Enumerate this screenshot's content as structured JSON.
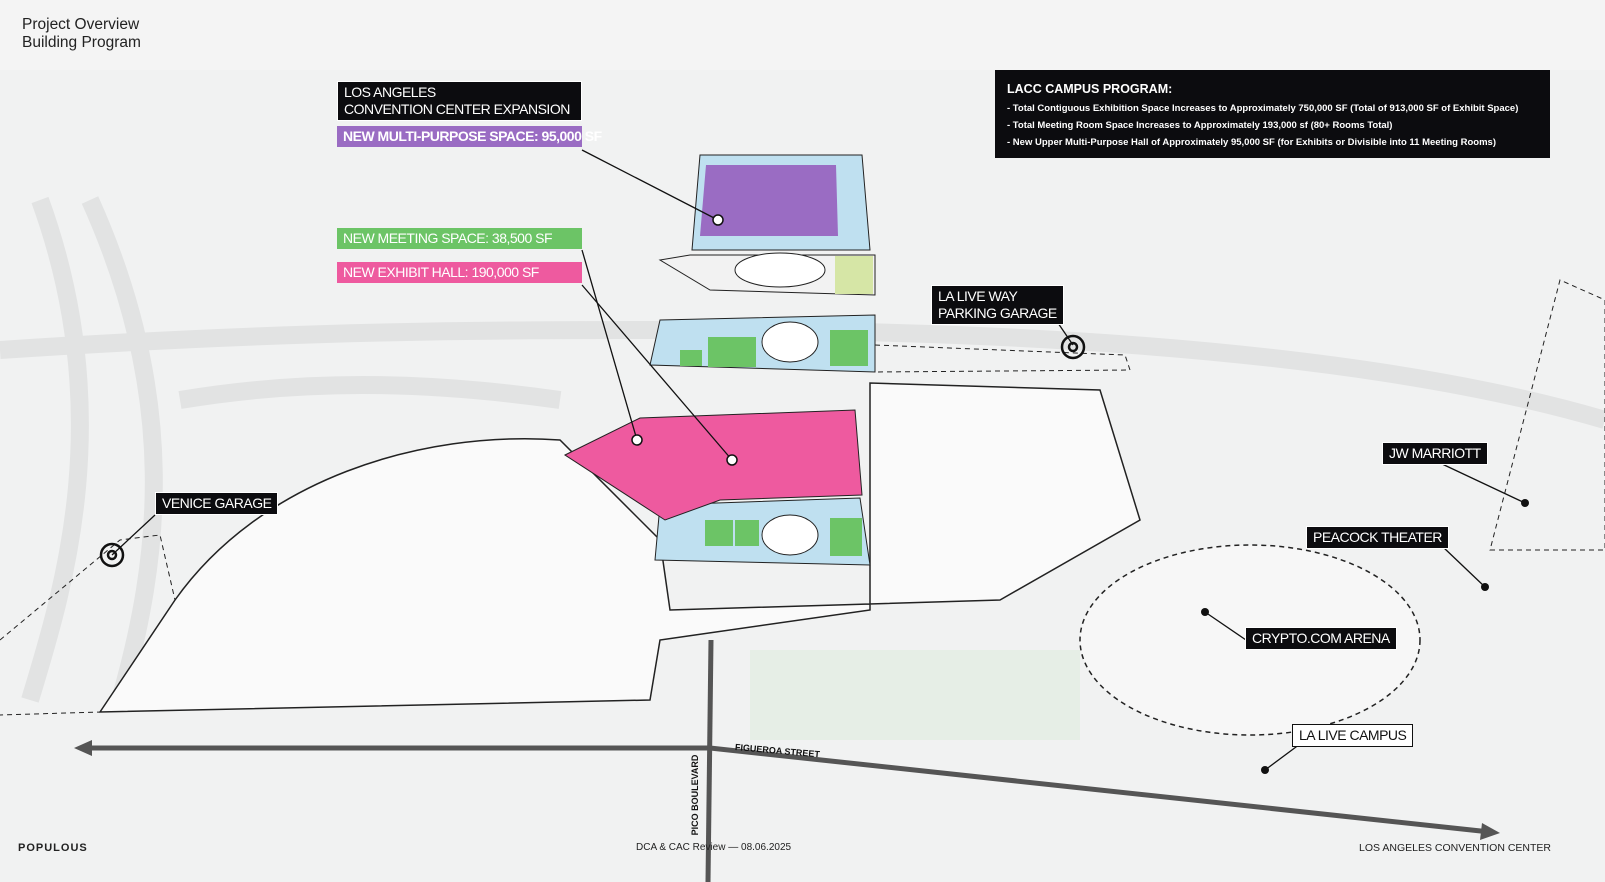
{
  "header": {
    "line1": "Project Overview",
    "line2": "Building Program"
  },
  "callouts": {
    "expansion_line1": "LOS ANGELES",
    "expansion_line2": "CONVENTION CENTER EXPANSION",
    "multipurpose": "NEW MULTI-PURPOSE SPACE: 95,000 SF",
    "meeting": "NEW MEETING SPACE: 38,500 SF",
    "exhibit": "NEW EXHIBIT HALL: 190,000 SF",
    "garage_line1": "LA LIVE WAY",
    "garage_line2": "PARKING GARAGE",
    "venice": "VENICE GARAGE",
    "jw": "JW MARRIOTT",
    "peacock": "PEACOCK THEATER",
    "crypto": "CRYPTO.COM ARENA",
    "lalive": "LA LIVE CAMPUS"
  },
  "campus_program": {
    "title": "LACC CAMPUS PROGRAM:",
    "items": [
      "- Total Contiguous Exhibition Space Increases to Approximately 750,000 SF (Total of 913,000 SF of Exhibit Space)",
      "- Total Meeting Room Space Increases to Approximately 193,000 sf (80+ Rooms Total)",
      "- New Upper Multi-Purpose Hall of Approximately 95,000 SF (for Exhibits or Divisible into 11 Meeting Rooms)"
    ]
  },
  "streets": {
    "figueroa": "FIGUEROA STREET",
    "pico": "PICO BOULEVARD"
  },
  "footer": {
    "left": "POPULOUS",
    "center": "DCA & CAC Review  — 08.06.2025",
    "right": "LOS ANGELES CONVENTION CENTER"
  },
  "colors": {
    "multipurpose": "#9a6cc3",
    "meeting": "#6cc466",
    "exhibit": "#ee5a9f",
    "circulation": "#bfe0f0"
  }
}
